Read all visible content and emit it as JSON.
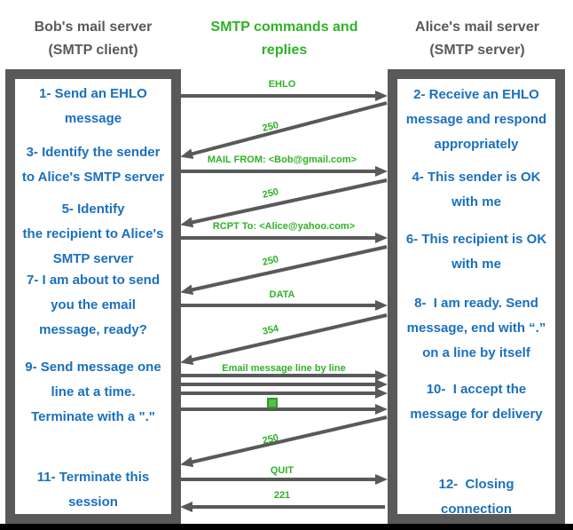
{
  "colors": {
    "gray": "#595959",
    "blue": "#1a70bd",
    "green": "#2fb227",
    "dot_marker_green": "#55c04a",
    "bottom_bar": "#000000"
  },
  "headers": {
    "client": "Bob's mail server\n(SMTP client)",
    "middle": "SMTP commands and\nreplies",
    "server": "Alice's mail server\n(SMTP server)"
  },
  "client": {
    "steps": [
      "1- Send an EHLO\nmessage",
      "3- Identify the sender\nto Alice's SMTP server",
      "5- Identify\nthe recipient to Alice's\nSMTP server",
      "7- I am about to send\nyou the email\nmessage, ready?",
      "9- Send message one\nline at a time.\nTerminate with a \".\"",
      "11- Terminate this\nsession"
    ]
  },
  "server": {
    "steps": [
      "2- Receive an EHLO\nmessage and respond\nappropriately",
      "4- This sender is OK\nwith me",
      "6- This recipient is OK\nwith me",
      "8-  I am ready. Send\nmessage, end with “.”\non a line by itself",
      "10-  I accept the\nmessage for delivery",
      "12-  Closing\nconnection"
    ]
  },
  "messages": [
    "EHLO",
    "250",
    "MAIL FROM: <Bob@gmail.com>",
    "250",
    "RCPT To: <Alice@yahoo.com>",
    "250",
    "DATA",
    "354",
    "Email message line by line",
    "250",
    "QUIT",
    "221"
  ]
}
